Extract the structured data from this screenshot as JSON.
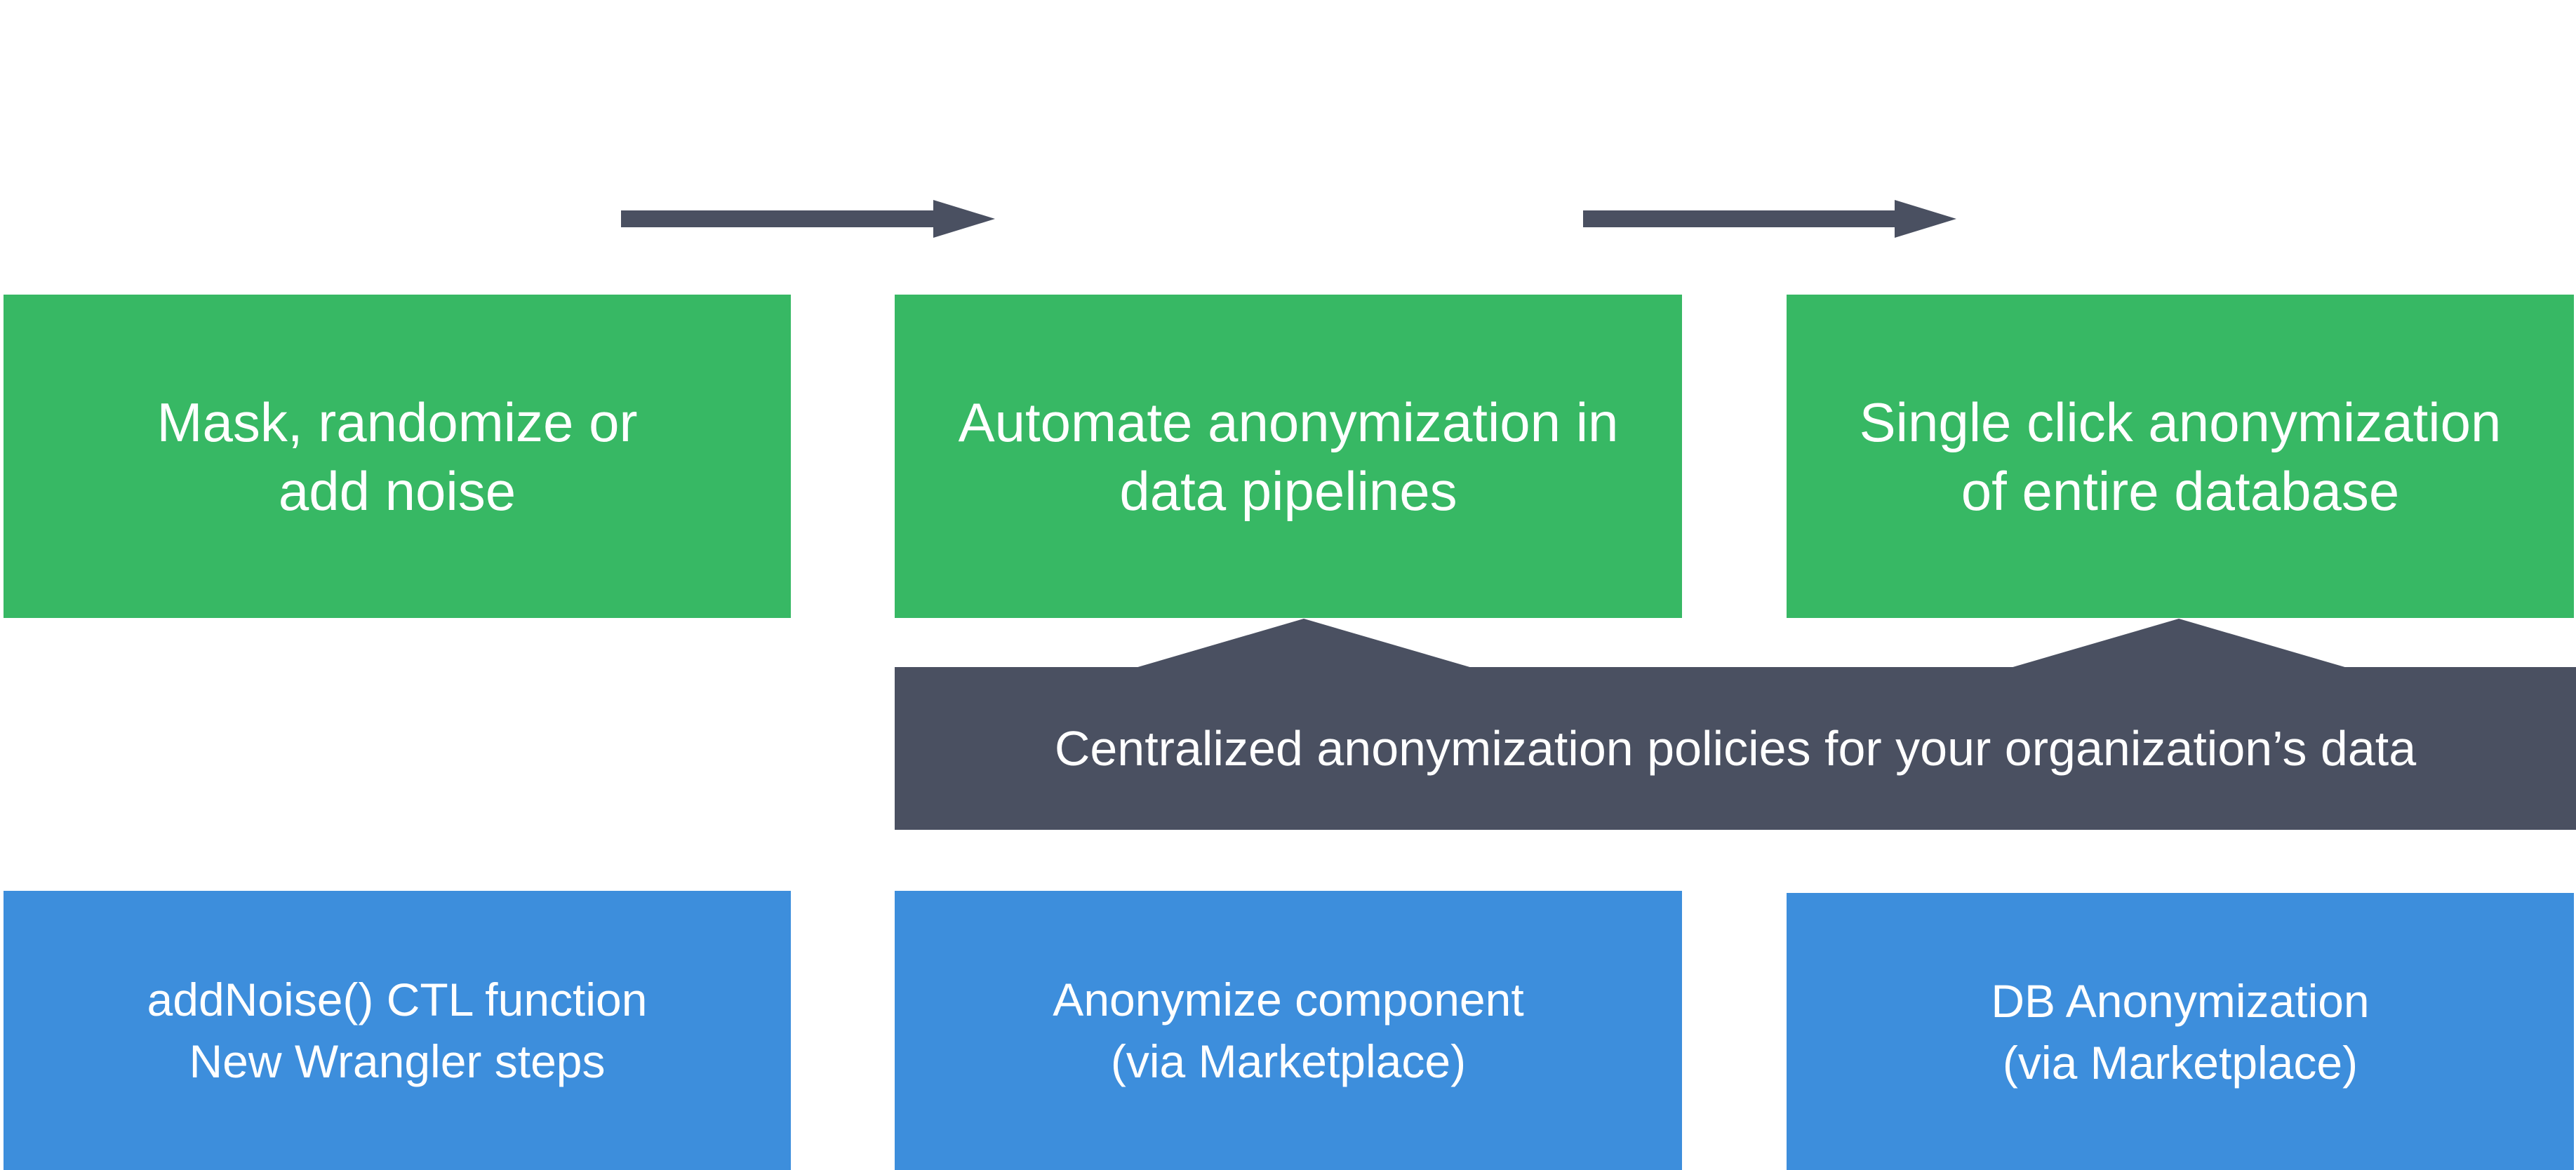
{
  "colors": {
    "capability_box": "#37b864",
    "feature_box": "#3d8edc",
    "policy_band": "#4a5061",
    "text": "#ffffff"
  },
  "capabilities": [
    {
      "line1": "Mask, randomize or",
      "line2": "add noise"
    },
    {
      "line1": "Automate anonymization in",
      "line2": "data pipelines"
    },
    {
      "line1": "Single click anonymization",
      "line2": "of entire database"
    }
  ],
  "policy": {
    "label": "Centralized anonymization policies for your organization’s data"
  },
  "features": [
    {
      "line1": "addNoise() CTL function",
      "line2": "New Wrangler steps"
    },
    {
      "line1": "Anonymize component",
      "line2": "(via Marketplace)"
    },
    {
      "line1": "DB Anonymization",
      "line2": "(via Marketplace)"
    }
  ],
  "icons": {
    "progression_arrows": "right-arrow-icon",
    "policy_connectors": "triangle-up-icon"
  }
}
